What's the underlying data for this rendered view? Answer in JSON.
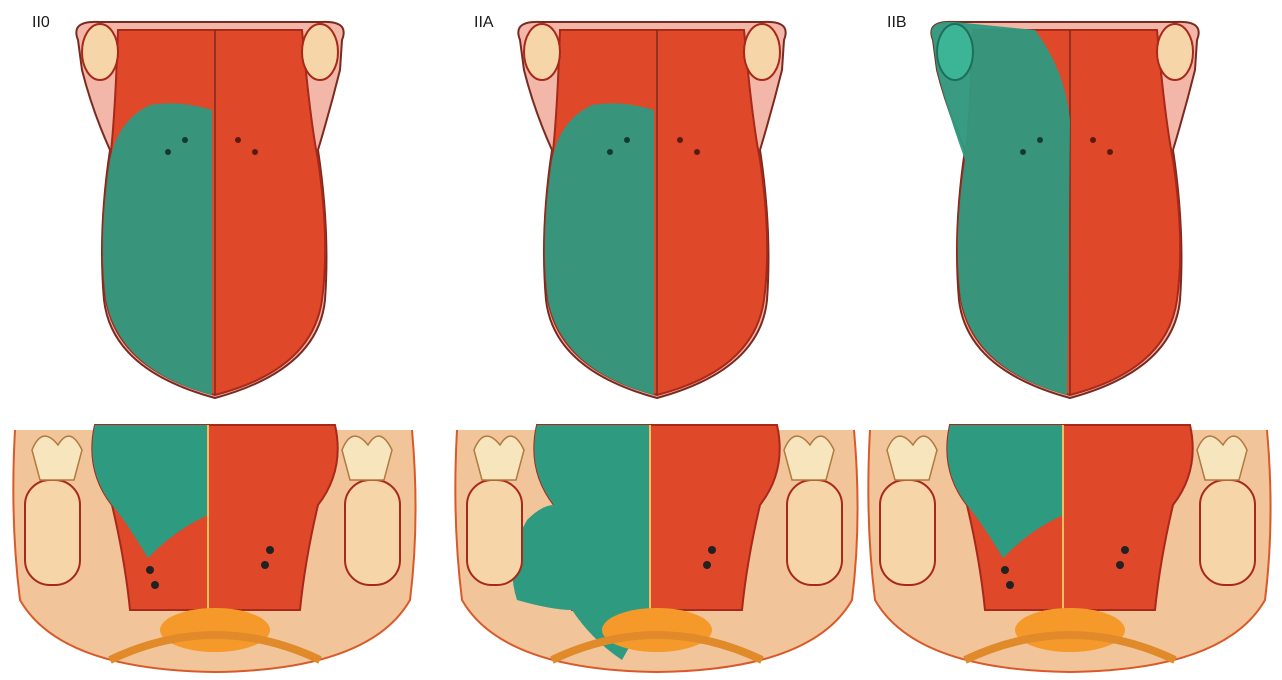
{
  "figure": {
    "panels": [
      {
        "id": "II0",
        "label": "II0",
        "tongue_shading": "left-half",
        "section_shading": "left-upper"
      },
      {
        "id": "IIA",
        "label": "IIA",
        "tongue_shading": "left-half",
        "section_shading": "left-half-with-extension"
      },
      {
        "id": "IIB",
        "label": "IIB",
        "tongue_shading": "left-half-plus-base",
        "section_shading": "left-upper"
      }
    ],
    "colors": {
      "tongue_red": "#e0482a",
      "tongue_red_dark": "#a8281a",
      "highlight_green": "#2e9a80",
      "tissue_pink": "#f2b7a8",
      "bone_tan": "#f6d6a8",
      "tooth_cream": "#f7e6bd",
      "gland_orange": "#f59a2a"
    }
  }
}
